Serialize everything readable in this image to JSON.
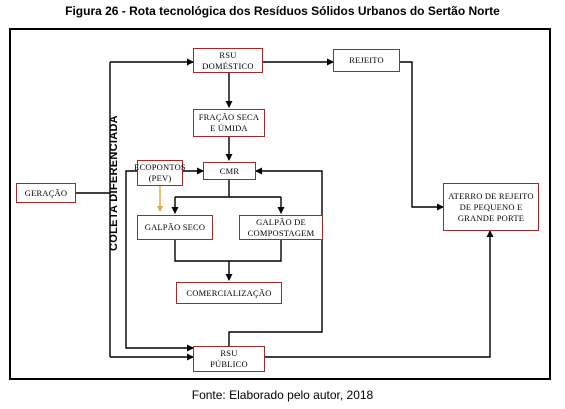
{
  "figure": {
    "title": "Figura 26 - Rota tecnológica dos Resíduos Sólidos Urbanos do Sertão Norte",
    "source": "Fonte: Elaborado pelo autor, 2018"
  },
  "diagram": {
    "vertical_label": "COLETA DIFERENCIADA",
    "nodes": {
      "geracao": "GERAÇÃO",
      "rsu_domestico": "RSU\nDOMÉSTICO",
      "rejeito": "REJEITO",
      "fracao": "FRAÇÃO SECA\nE ÚMIDA",
      "ecopontos": "ECOPONTOS\n(PEV)",
      "cmr": "CMR",
      "galpao_seco": "GALPÃO SECO",
      "galpao_compostagem": "GALPÃO DE\nCOMPOSTAGEM",
      "comercializacao": "COMERCIALIZAÇÃO",
      "rsu_publico": "RSU\nPÚBLICO",
      "aterro": "ATERRO DE REJEITO\nDE PEQUENO E\nGRANDE PORTE"
    },
    "colors": {
      "box_border": "#9b2c2c",
      "connector": "#000000",
      "ecoponto_arrow": "#e8a33a"
    }
  }
}
